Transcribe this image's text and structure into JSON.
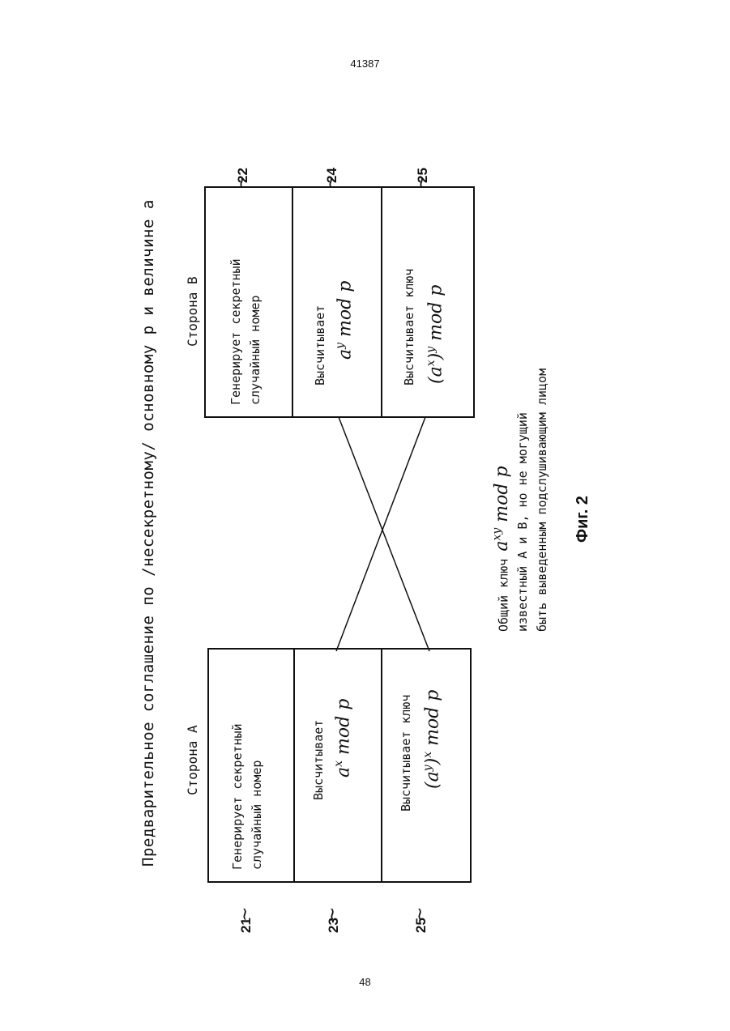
{
  "page": {
    "top_number": "41387",
    "bottom_number": "48"
  },
  "figure": {
    "header": "Предварительное соглашение по /несекретному/ основному p и величине a",
    "side_a": {
      "label": "Сторона А",
      "rows": [
        {
          "line1": "Генерирует секретный",
          "line2": "случайный номер",
          "formula": "",
          "ref": "21"
        },
        {
          "line1": "Высчитывает",
          "formula": "a",
          "formula_sup": "x",
          "formula_rest": " mod p",
          "ref": "23"
        },
        {
          "line1": "Высчитывает ключ",
          "formula": "(a",
          "formula_sup": "y",
          "formula_rest": ")",
          "formula_sup2": "x",
          "formula_rest2": " mod p",
          "ref": "25"
        }
      ]
    },
    "side_b": {
      "label": "Сторона В",
      "rows": [
        {
          "line1": "Генерирует секретный",
          "line2": "случайный номер",
          "formula": "",
          "ref": "22"
        },
        {
          "line1": "Высчитывает",
          "formula": "a",
          "formula_sup": "y",
          "formula_rest": " mod p",
          "ref": "24"
        },
        {
          "line1": "Высчитывает ключ",
          "formula": "(a",
          "formula_sup": "x",
          "formula_rest": ")",
          "formula_sup2": "y",
          "formula_rest2": " mod p",
          "ref": "25"
        }
      ]
    },
    "footer": {
      "line1_prefix": "Общий ключ",
      "line1_formula": "a",
      "line1_formula_sup": "xy",
      "line1_formula_rest": " mod p",
      "line2": "известный А и В, но не могущий",
      "line3": "быть выведенным подслушивающим лицом"
    },
    "caption": "Фиг. 2"
  }
}
